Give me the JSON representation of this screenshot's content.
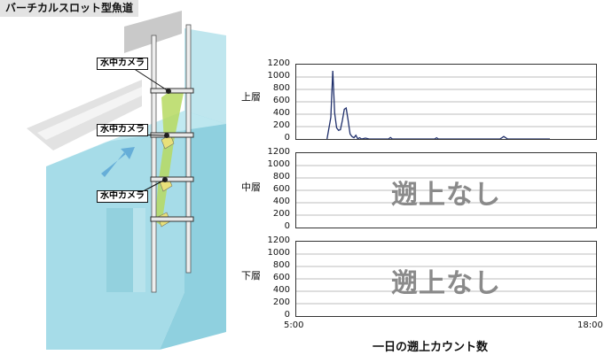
{
  "header": {
    "title": "バーチカルスロット型魚道"
  },
  "diagram": {
    "camera_label": "水中カメラ"
  },
  "panels": [
    {
      "label": "上層",
      "message": ""
    },
    {
      "label": "中層",
      "message": "遡上なし"
    },
    {
      "label": "下層",
      "message": "遡上なし"
    }
  ],
  "chart_data": {
    "type": "line",
    "xlabel": "一日の遡上カウント数",
    "x_range": [
      "5:00",
      "18:00"
    ],
    "x_ticks": [
      "5:00",
      "18:00"
    ],
    "ylim": [
      0,
      1200
    ],
    "y_ticks": [
      0,
      200,
      400,
      600,
      800,
      1000,
      1200
    ],
    "grid": true,
    "panels": [
      {
        "label": "上層",
        "x": [
          "6:20",
          "6:30",
          "6:35",
          "6:40",
          "6:45",
          "6:50",
          "6:55",
          "7:00",
          "7:05",
          "7:10",
          "7:15",
          "7:20",
          "7:25",
          "7:30",
          "7:35",
          "7:40",
          "7:45",
          "7:50",
          "8:00",
          "8:10",
          "9:00",
          "9:05",
          "9:10",
          "11:00",
          "11:05",
          "11:10",
          "13:50",
          "14:00",
          "14:10",
          "16:00"
        ],
        "y": [
          0,
          350,
          1100,
          420,
          180,
          140,
          150,
          300,
          480,
          500,
          300,
          80,
          40,
          20,
          60,
          5,
          20,
          0,
          15,
          0,
          0,
          25,
          0,
          0,
          20,
          0,
          0,
          40,
          0,
          0
        ]
      },
      {
        "label": "中層",
        "x": [],
        "y": []
      },
      {
        "label": "下層",
        "x": [],
        "y": []
      }
    ]
  },
  "colors": {
    "line": "#1f2f6b",
    "water": "#a8dde8",
    "fish": "#b6d960"
  }
}
